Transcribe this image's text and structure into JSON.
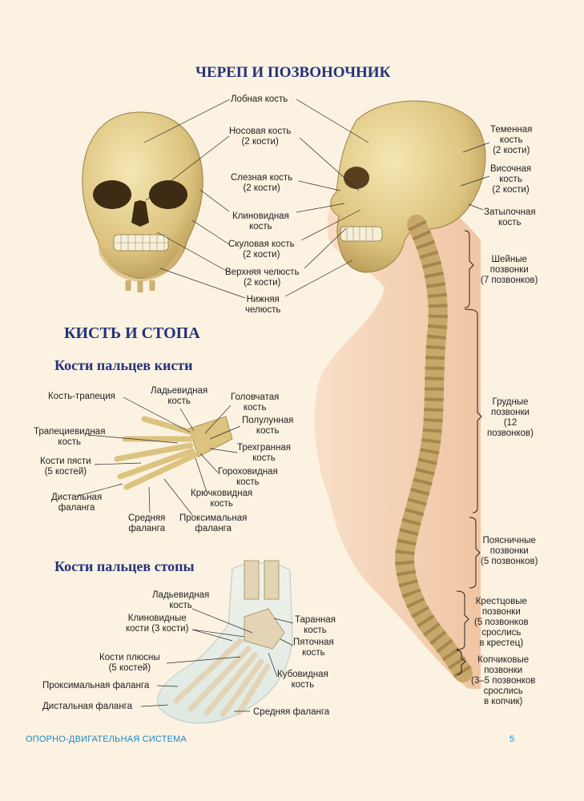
{
  "titles": {
    "skull_spine": "ЧЕРЕП И ПОЗВОНОЧНИК",
    "hand_foot": "КИСТЬ И СТОПА",
    "hand_bones": "Кости пальцев кисти",
    "foot_bones": "Кости пальцев стопы"
  },
  "skull_labels": {
    "frontal": "Лобная кость",
    "nasal": "Носовая кость\n(2 кости)",
    "lacrimal": "Слезная кость\n(2 кости)",
    "sphenoid": "Клиновидная\nкость",
    "zygomatic": "Скуловая кость\n(2 кости)",
    "maxilla": "Верхняя челюсть\n(2 кости)",
    "mandible": "Нижняя\nчелюсть"
  },
  "head_labels": {
    "parietal": "Теменная\nкость\n(2 кости)",
    "temporal": "Височная\nкость\n(2 кости)",
    "occipital": "Затылочная\nкость"
  },
  "spine_labels": {
    "cervical": "Шейные\nпозвонки\n(7 позвонков)",
    "thoracic": "Грудные\nпозвонки\n(12\nпозвонков)",
    "lumbar": "Поясничные\nпозвонки\n(5 позвонков)",
    "sacral": "Крестцовые\nпозвонки\n(5 позвонков\nсрослись\nв крестец)",
    "coccygeal": "Копчиковые\nпозвонки\n(3–5 позвонков\nсрослись\nв копчик)"
  },
  "hand_labels": {
    "trapezium": "Кость-трапеция",
    "scaphoid": "Ладьевидная\nкость",
    "capitate": "Головчатая\nкость",
    "lunate": "Полулунная\nкость",
    "trapezoid": "Трапециевидная\nкость",
    "metacarpals": "Кости пясти\n(5 костей)",
    "triquetrum": "Трехгранная\nкость",
    "pisiform": "Гороховидная\nкость",
    "hamate": "Крючковидная\nкость",
    "distal": "Дистальная\nфаланга",
    "middle": "Средняя\nфаланга",
    "proximal": "Проксимальная\nфаланга"
  },
  "foot_labels": {
    "navicular": "Ладьевидная\nкость",
    "cuneiform": "Клиновидные\nкости (3 кости)",
    "talus": "Таранная\nкость",
    "calcaneus": "Пяточная\nкость",
    "metatarsals": "Кости плюсны\n(5 костей)",
    "cuboid": "Кубовидная\nкость",
    "proximal": "Проксимальная фаланга",
    "distal": "Дистальная фаланга",
    "middle": "Средняя фаланга"
  },
  "footer": {
    "section": "ОПОРНО-ДВИГАТЕЛЬНАЯ СИСТЕМА",
    "page_number": "5"
  },
  "colors": {
    "heading": "#23327a",
    "footer": "#1a88c9",
    "background": "#fbf2e2",
    "bone": "#e7d394",
    "skin": "#f3c9a6"
  }
}
